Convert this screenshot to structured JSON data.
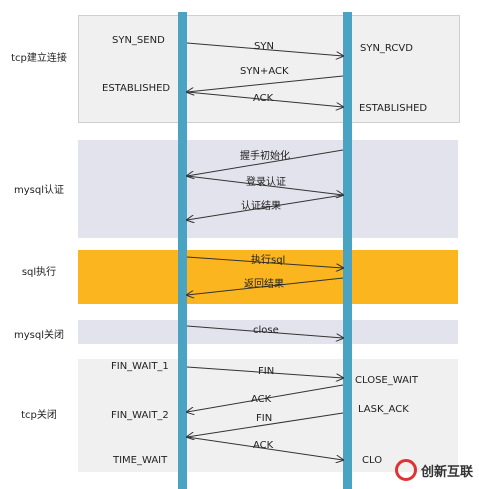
{
  "sections": [
    {
      "label": "tcp建立连接",
      "color": "#f0f0f0"
    },
    {
      "label": "mysql认证",
      "color": "#e3e3ed"
    },
    {
      "label": "sql执行",
      "color": "#fbb51f"
    },
    {
      "label": "mysql关闭",
      "color": "#e3e3ed"
    },
    {
      "label": "tcp关闭",
      "color": "#f0f0f0"
    }
  ],
  "client_states": [
    "SYN_SEND",
    "ESTABLISHED",
    "FIN_WAIT_1",
    "FIN_WAIT_2",
    "TIME_WAIT"
  ],
  "server_states": [
    "SYN_RCVD",
    "ESTABLISHED",
    "CLOSE_WAIT",
    "LASK_ACK",
    "CLO"
  ],
  "messages": [
    {
      "label": "SYN",
      "direction": "right"
    },
    {
      "label": "SYN+ACK",
      "direction": "left"
    },
    {
      "label": "ACK",
      "direction": "right"
    },
    {
      "label": "握手初始化",
      "direction": "left"
    },
    {
      "label": "登录认证",
      "direction": "right"
    },
    {
      "label": "认证结果",
      "direction": "left"
    },
    {
      "label": "执行sql",
      "direction": "right"
    },
    {
      "label": "返回结果",
      "direction": "left"
    },
    {
      "label": "close",
      "direction": "right"
    },
    {
      "label": "FIN",
      "direction": "right"
    },
    {
      "label": "ACK",
      "direction": "left"
    },
    {
      "label": "FIN",
      "direction": "left"
    },
    {
      "label": "ACK",
      "direction": "right"
    }
  ],
  "lifeline_color": "#4aa3c3",
  "watermark": "创新互联"
}
